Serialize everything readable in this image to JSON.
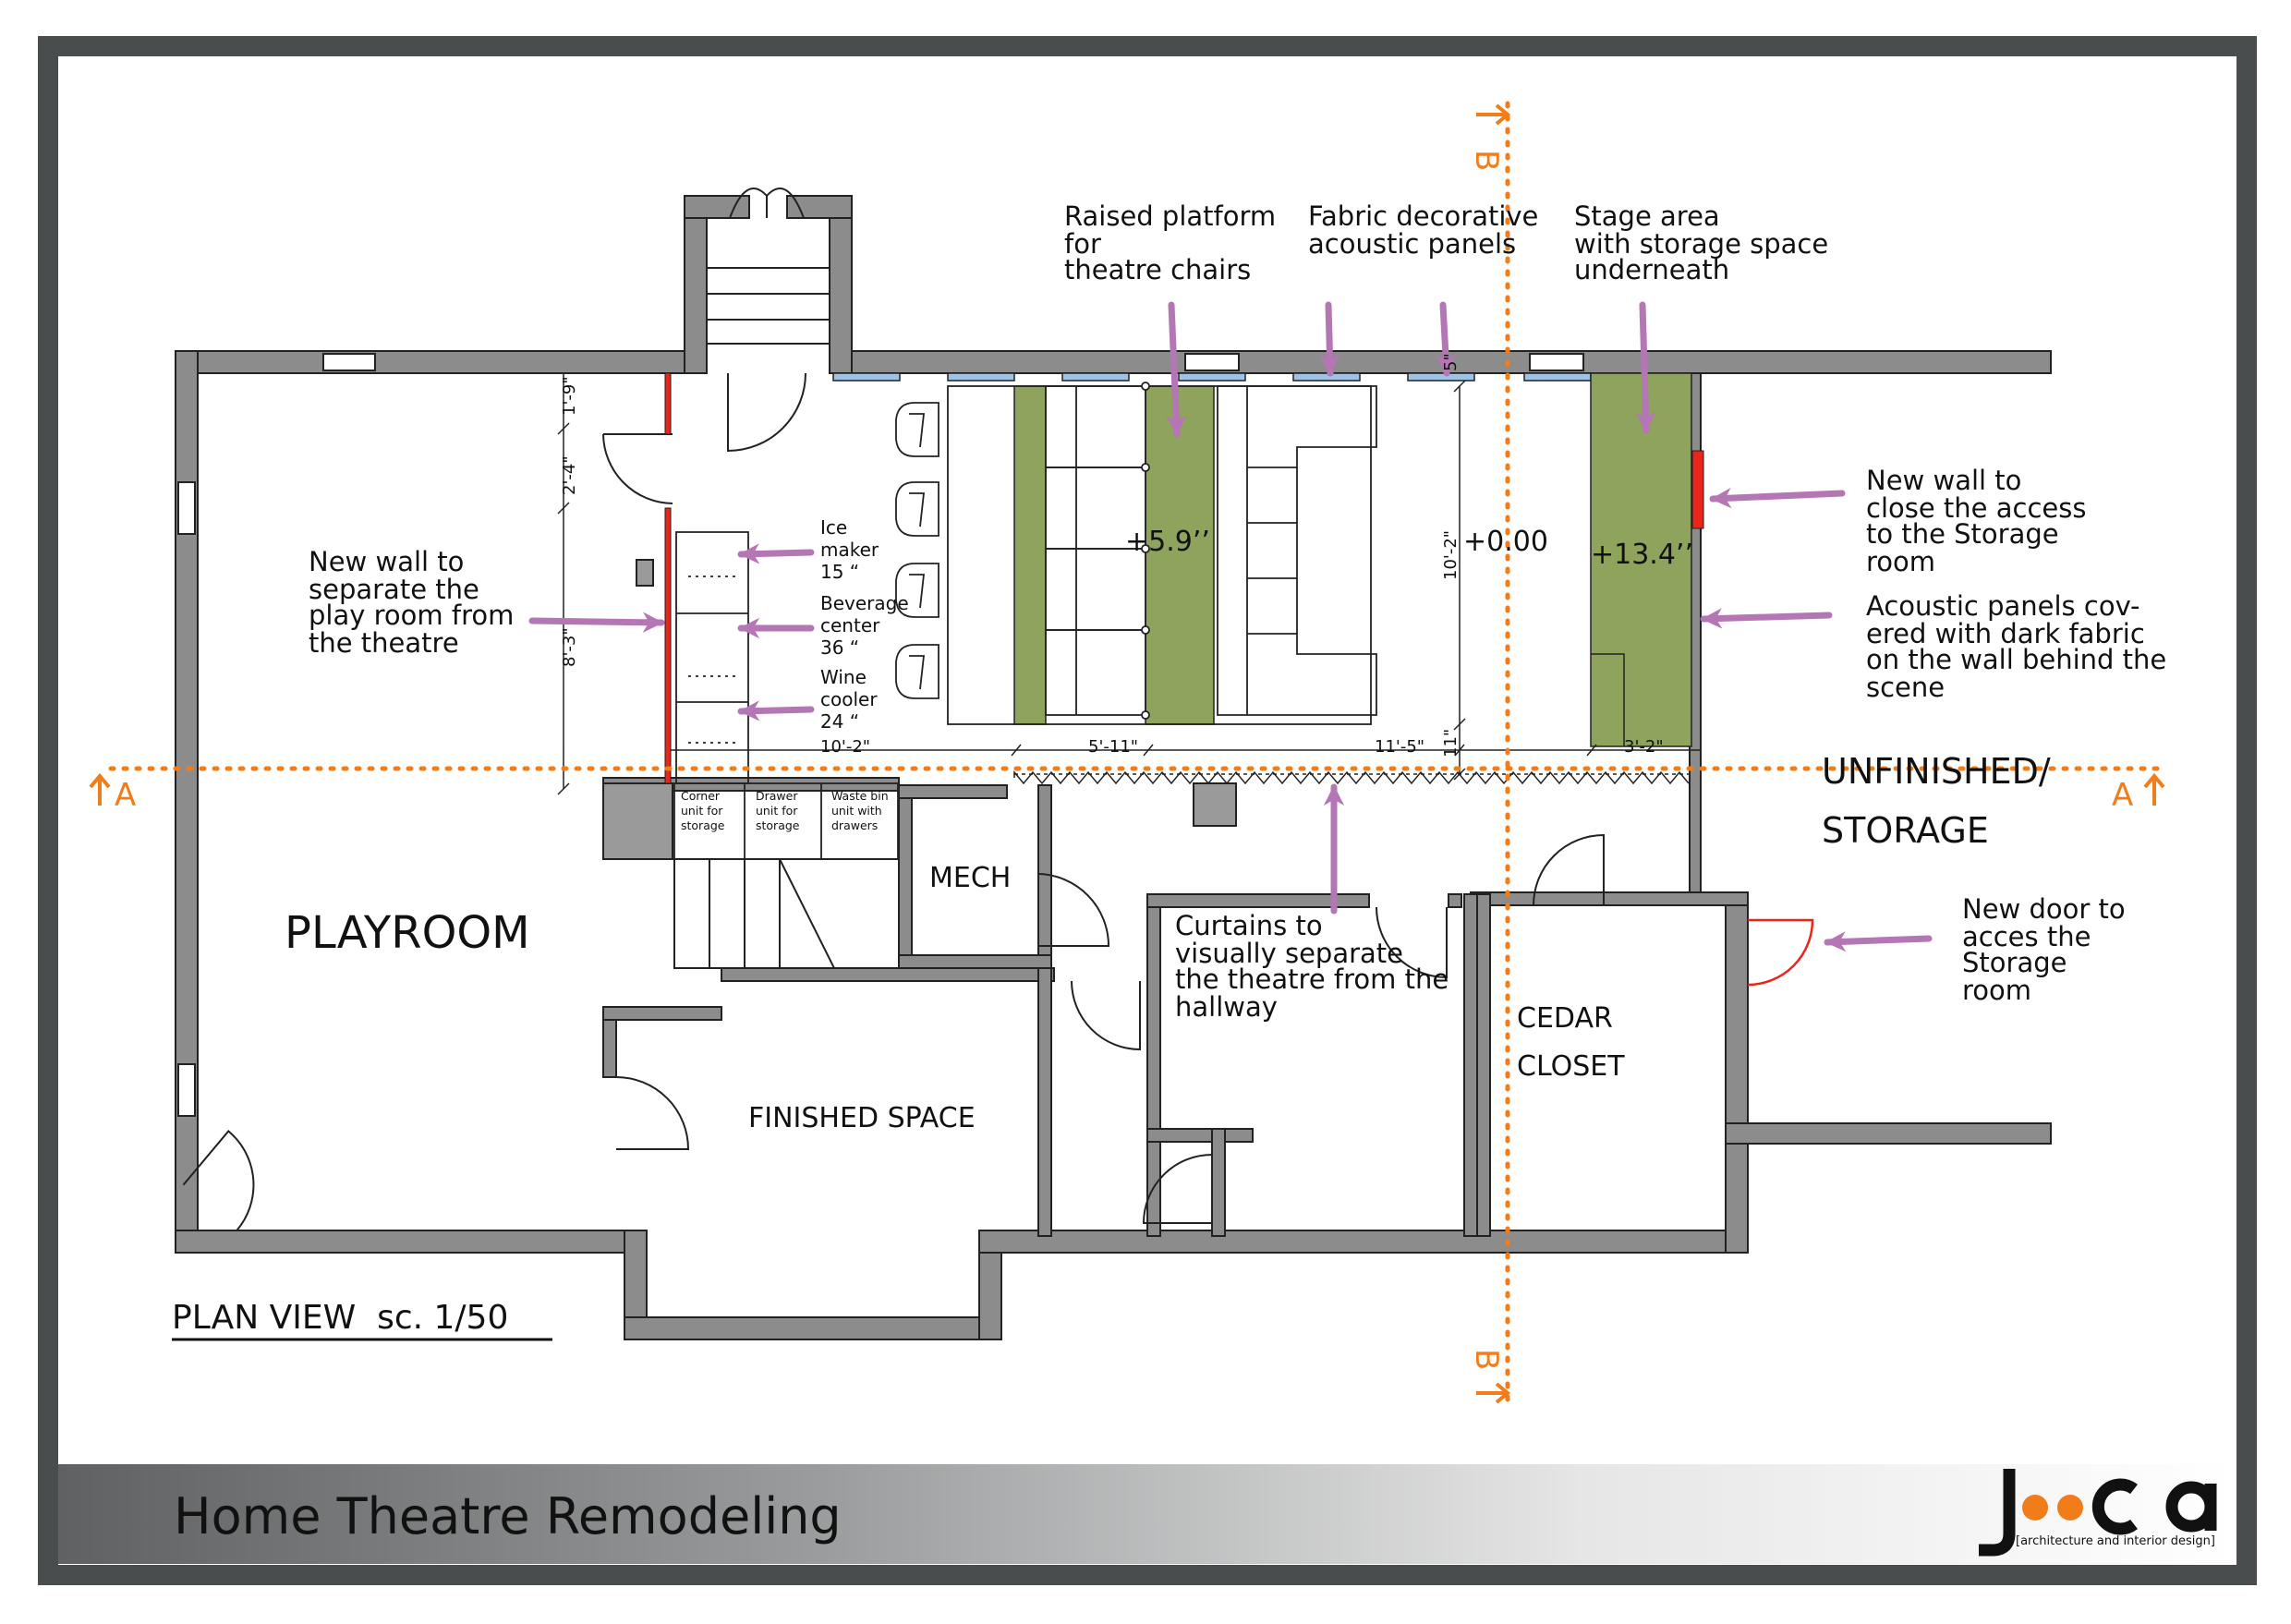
{
  "sheet": {
    "title": "Home Theatre Remodeling",
    "plan_label": "PLAN VIEW  sc. 1/50",
    "logo": {
      "word": "jooca",
      "tagline": "[architecture and interior design]",
      "dot_color": "#f07c1a"
    }
  },
  "colors": {
    "wall": "#8c8c8c",
    "platform": "#8ea35b",
    "new_wall": "#e8261c",
    "arrow": "#b576b5",
    "section_line": "#f07c1a",
    "acoustic_panel": "#9dc3e6",
    "frame": "#4a4d4d"
  },
  "rooms": {
    "playroom": "PLAYROOM",
    "mech": "MECH",
    "finished_space": "FINISHED SPACE",
    "cedar_closet_1": "CEDAR",
    "cedar_closet_2": "CLOSET",
    "unfinished_1": "UNFINISHED/",
    "unfinished_2": "STORAGE"
  },
  "sections": {
    "a_left": "A",
    "a_right": "A",
    "b_top": "B",
    "b_bottom": "B"
  },
  "levels": {
    "platform": "+5.9’’",
    "floor": "+0.00",
    "stage": "+13.4’’"
  },
  "dimensions": {
    "d_1_9": "1'-9\"",
    "d_2_4": "2'-4\"",
    "d_8_3": "8'-3\"",
    "d_10_2h": "10'-2\"",
    "d_5_11": "5'-11\"",
    "d_11_5": "11'-5\"",
    "d_3_2": "3'-2\"",
    "d_10_2v": "10'-2\"",
    "d_5": "5\"",
    "d_11": "11\""
  },
  "units": {
    "corner": [
      "Corner",
      "unit for",
      "storage"
    ],
    "drawer": [
      "Drawer",
      "unit for",
      "storage"
    ],
    "waste": [
      "Waste bin",
      "unit with",
      "drawers"
    ]
  },
  "appliances": {
    "ice": [
      "Ice",
      "maker",
      "15 “"
    ],
    "beverage": [
      "Beverage",
      "center",
      "36 “"
    ],
    "wine": [
      "Wine",
      "cooler",
      "24 “"
    ]
  },
  "notes": {
    "raised_platform": [
      "Raised platform",
      "for",
      "theatre chairs"
    ],
    "fabric_panels": [
      "Fabric decorative",
      "acoustic panels"
    ],
    "stage_area": [
      "Stage area",
      "with storage space",
      "underneath"
    ],
    "new_wall_storage": [
      "New wall to",
      "close the access",
      "to the Storage",
      "room"
    ],
    "acoustic_dark": [
      "Acoustic panels cov-",
      "ered with dark fabric",
      "on the wall behind the",
      "scene"
    ],
    "new_wall_play": [
      "New wall to",
      "separate the",
      "play room from",
      "the theatre"
    ],
    "curtains": [
      "Curtains to",
      "visually separate",
      "the theatre from the",
      "hallway"
    ],
    "new_door": [
      "New door to",
      "acces the",
      "Storage",
      "room"
    ]
  }
}
